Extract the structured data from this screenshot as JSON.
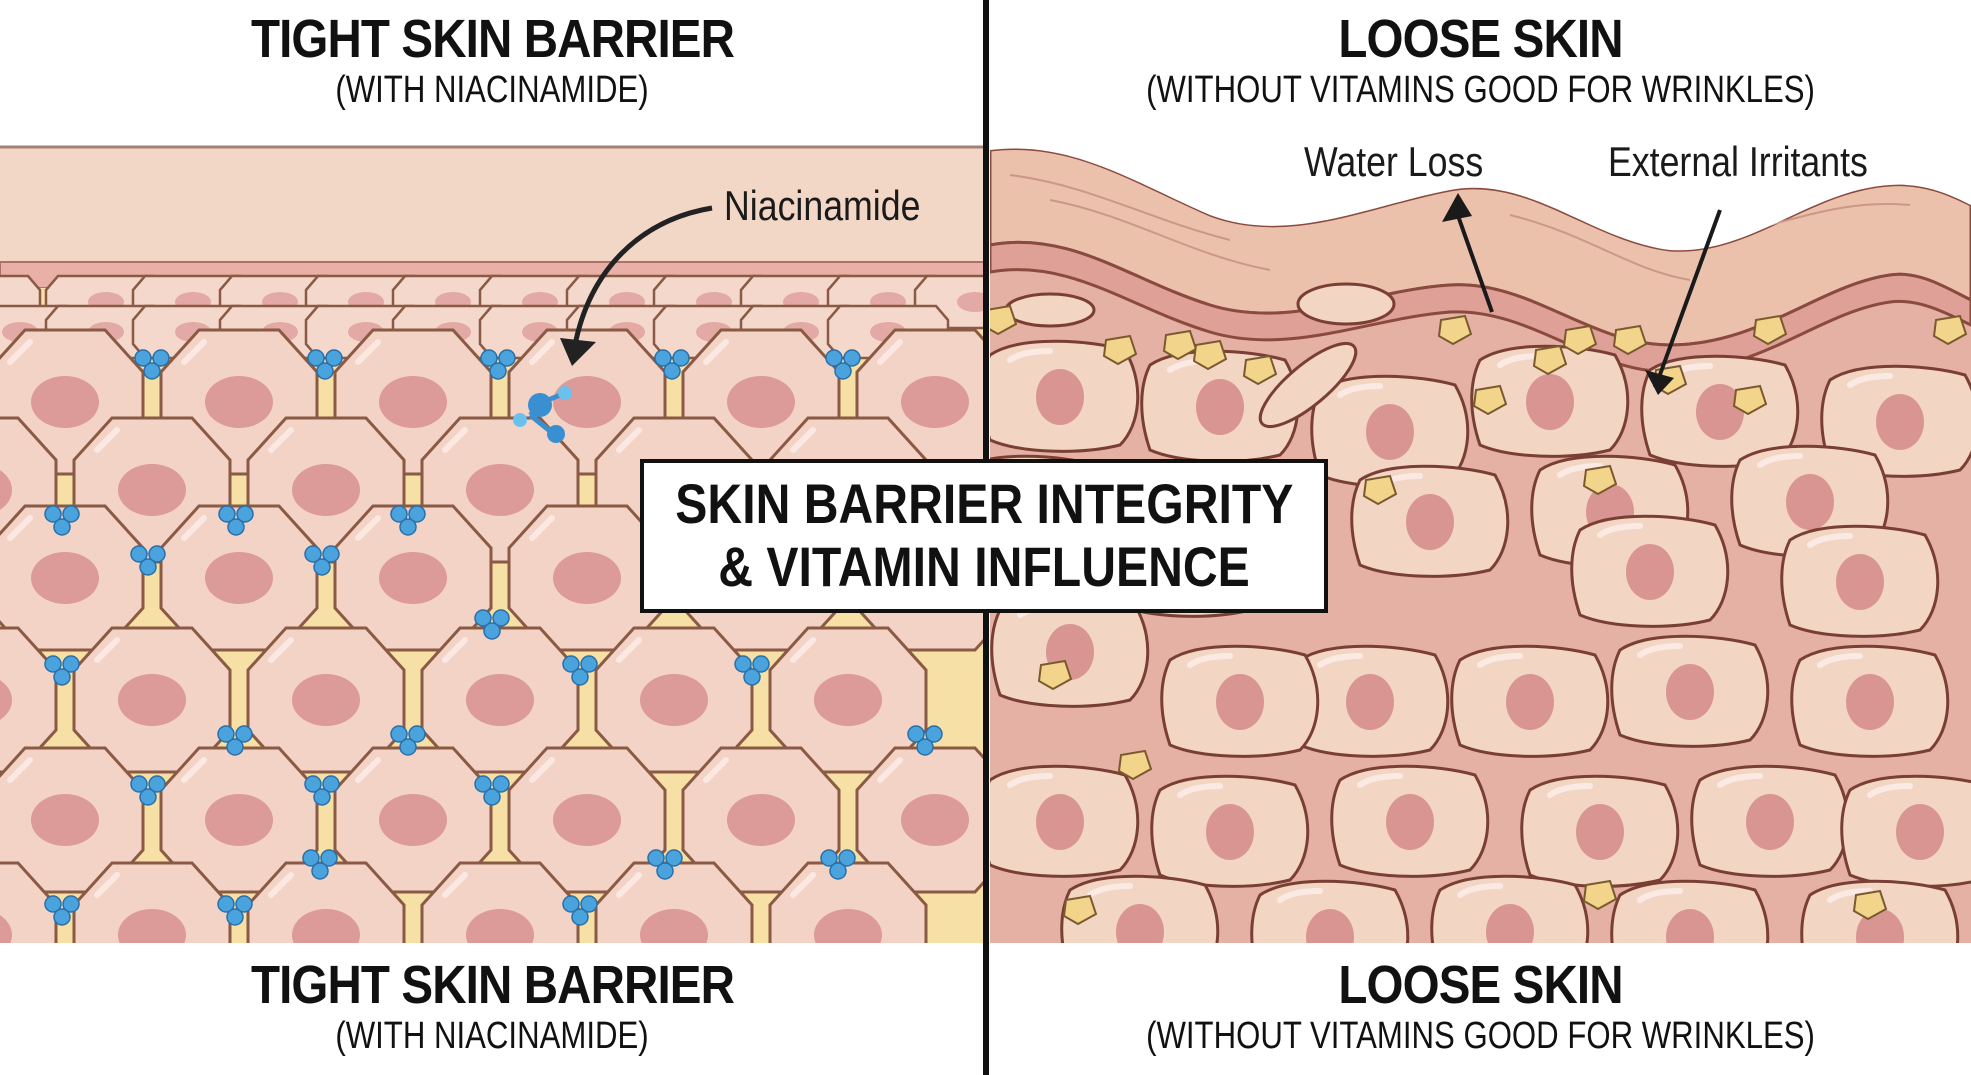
{
  "title_box": {
    "line1": "SKIN BARRIER INTEGRITY",
    "line2": "& VITAMIN INFLUENCE"
  },
  "left_panel": {
    "top_heading": {
      "title": "TIGHT SKIN BARRIER",
      "subtitle": "(WITH NIACINAMIDE)"
    },
    "bottom_heading": {
      "title": "TIGHT SKIN BARRIER",
      "subtitle": "(WITH NIACINAMIDE)"
    },
    "annotations": [
      {
        "text": "Niacinamide",
        "arrow": "curved-arrow-down-left"
      }
    ],
    "illustration": "ordered-hexagonal-cells-with-blue-molecules",
    "colors": {
      "stratum": "#f2d6c6",
      "band": "#e8b0a6",
      "cell": "#f3d3c6",
      "nucleus": "#dc9a98",
      "matrix": "#f7e0a6",
      "outline": "#8a5a44",
      "molecule": "#4aa3dc"
    }
  },
  "right_panel": {
    "top_heading": {
      "title": "LOOSE SKIN",
      "subtitle": "(WITHOUT VITAMINS GOOD FOR WRINKLES)"
    },
    "bottom_heading": {
      "title": "LOOSE SKIN",
      "subtitle": "(WITHOUT VITAMINS GOOD FOR WRINKLES)"
    },
    "annotations": [
      {
        "text": "Water Loss",
        "arrow": "arrow-up"
      },
      {
        "text": "External Irritants",
        "arrow": "arrow-down-left"
      }
    ],
    "illustration": "disordered-irregular-cells-with-yellow-gaps",
    "colors": {
      "wave_layer": "#ecc1ab",
      "band": "#dea097",
      "cell": "#f3d5c4",
      "nucleus": "#d89592",
      "matrix": "#e5b1a5",
      "gap": "#f2d48a",
      "outline": "#7a3f34"
    }
  }
}
